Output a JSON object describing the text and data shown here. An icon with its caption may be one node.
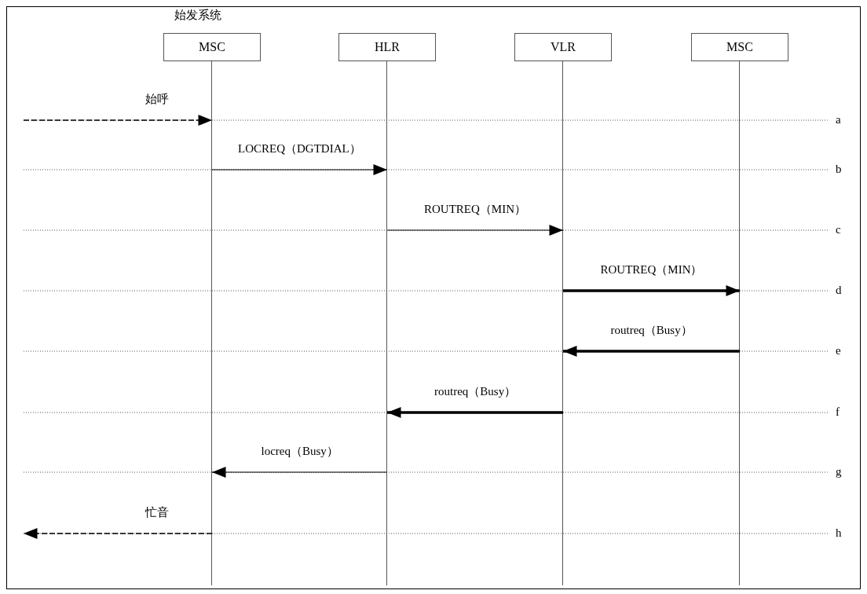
{
  "diagram": {
    "nodes": [
      {
        "text": [
          "MSC"
        ],
        "beside": [
          "始发系统"
        ]
      },
      {
        "text": [
          "HLR"
        ]
      },
      {
        "text": [
          "VLR"
        ]
      },
      {
        "text": [
          "MSC"
        ]
      }
    ],
    "edges": [
      {
        "from": null,
        "to": 0,
        "arrow": "to",
        "label": "始呼",
        "style": "dashed"
      },
      {
        "from": 0,
        "to": 1,
        "arrow": "to",
        "label": "LOCREQ（DGTDIAL）"
      },
      {
        "from": 1,
        "to": 2,
        "arrow": "to",
        "label": "ROUTREQ（MIN）"
      },
      {
        "from": 2,
        "to": 3,
        "arrow": "to",
        "label": "ROUTREQ（MIN）",
        "style": "thick"
      },
      {
        "from": 3,
        "to": 2,
        "arrow": "to",
        "label": "routreq（Busy）",
        "style": "thick"
      },
      {
        "from": 2,
        "to": 1,
        "arrow": "to",
        "label": "routreq（Busy）",
        "style": "thick"
      },
      {
        "from": 1,
        "to": 0,
        "arrow": "to",
        "label": "locreq（Busy）"
      },
      {
        "from": 0,
        "to": null,
        "arrow": "to",
        "label": "忙音",
        "style": "dashed"
      }
    ],
    "labels": [
      "a",
      "b",
      "c",
      "d",
      "e",
      "f",
      "g",
      "h"
    ]
  }
}
